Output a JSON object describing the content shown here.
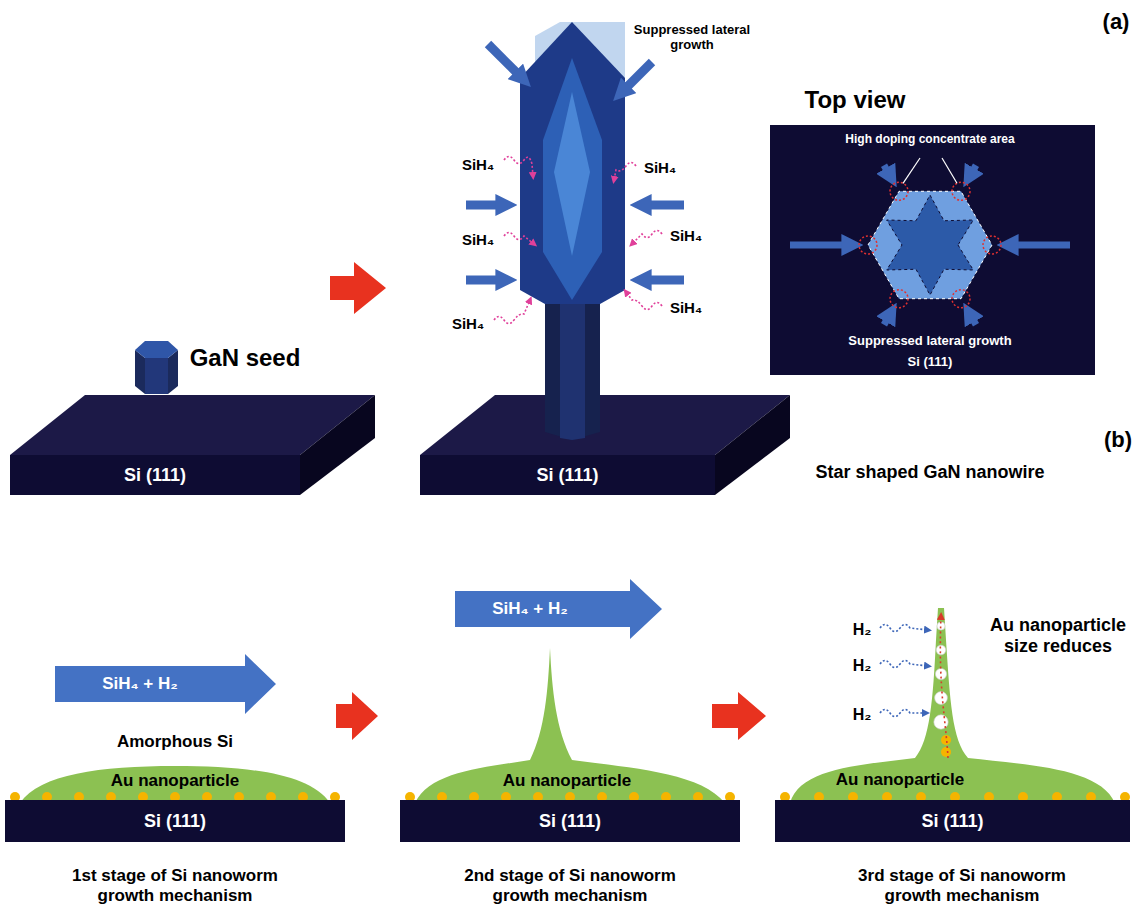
{
  "diagram": {
    "nodes": [
      {
        "text": [
          "Si (111)"
        ]
      },
      {
        "text": [
          "Si (111)"
        ]
      },
      {
        "text": [
          "Top view",
          "High doping concentrate area",
          "Suppressed lateral growth",
          "Si (111)"
        ]
      },
      {
        "text": [
          "Si (111)"
        ]
      },
      {
        "text": [
          "Si (111)"
        ]
      },
      {
        "text": [
          "Si (111)"
        ]
      }
    ],
    "labels": [
      "(a)",
      "GaN seed",
      "Suppressed lateral growth",
      "SiH₄",
      "SiH₄",
      "SiH₄",
      "SiH₄",
      "SiH₄",
      "SiH₄",
      "Star shaped GaN nanowire",
      "(b)",
      "SiH₄ + H₂",
      "Amorphous Si",
      "Au nanoparticle",
      "SiH₄ + H₂",
      "Au nanoparticle",
      "H₂",
      "H₂",
      "H₂",
      "Au nanoparticle size reduces",
      "Au nanoparticle",
      "1st stage of Si nanoworm growth mechanism",
      "2nd stage of Si nanoworm growth mechanism",
      "3rd stage of Si nanoworm growth mechanism"
    ]
  }
}
